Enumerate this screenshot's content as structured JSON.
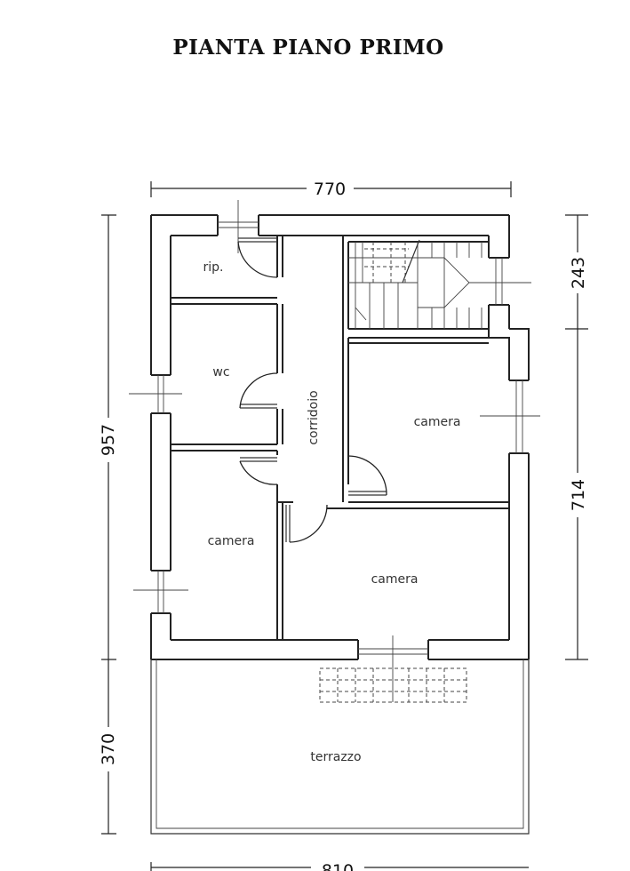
{
  "title": "PIANTA PIANO PRIMO",
  "rooms": {
    "rip": "rip.",
    "wc": "wc",
    "corridoio": "corridoio",
    "camera_ne": "camera",
    "camera_w": "camera",
    "camera_s": "camera",
    "terrazzo": "terrazzo"
  },
  "dimensions": {
    "top_width": "770",
    "left_height": "957",
    "right_upper": "243",
    "right_lower": "714",
    "terrace_depth": "370",
    "bottom_width": "810"
  }
}
